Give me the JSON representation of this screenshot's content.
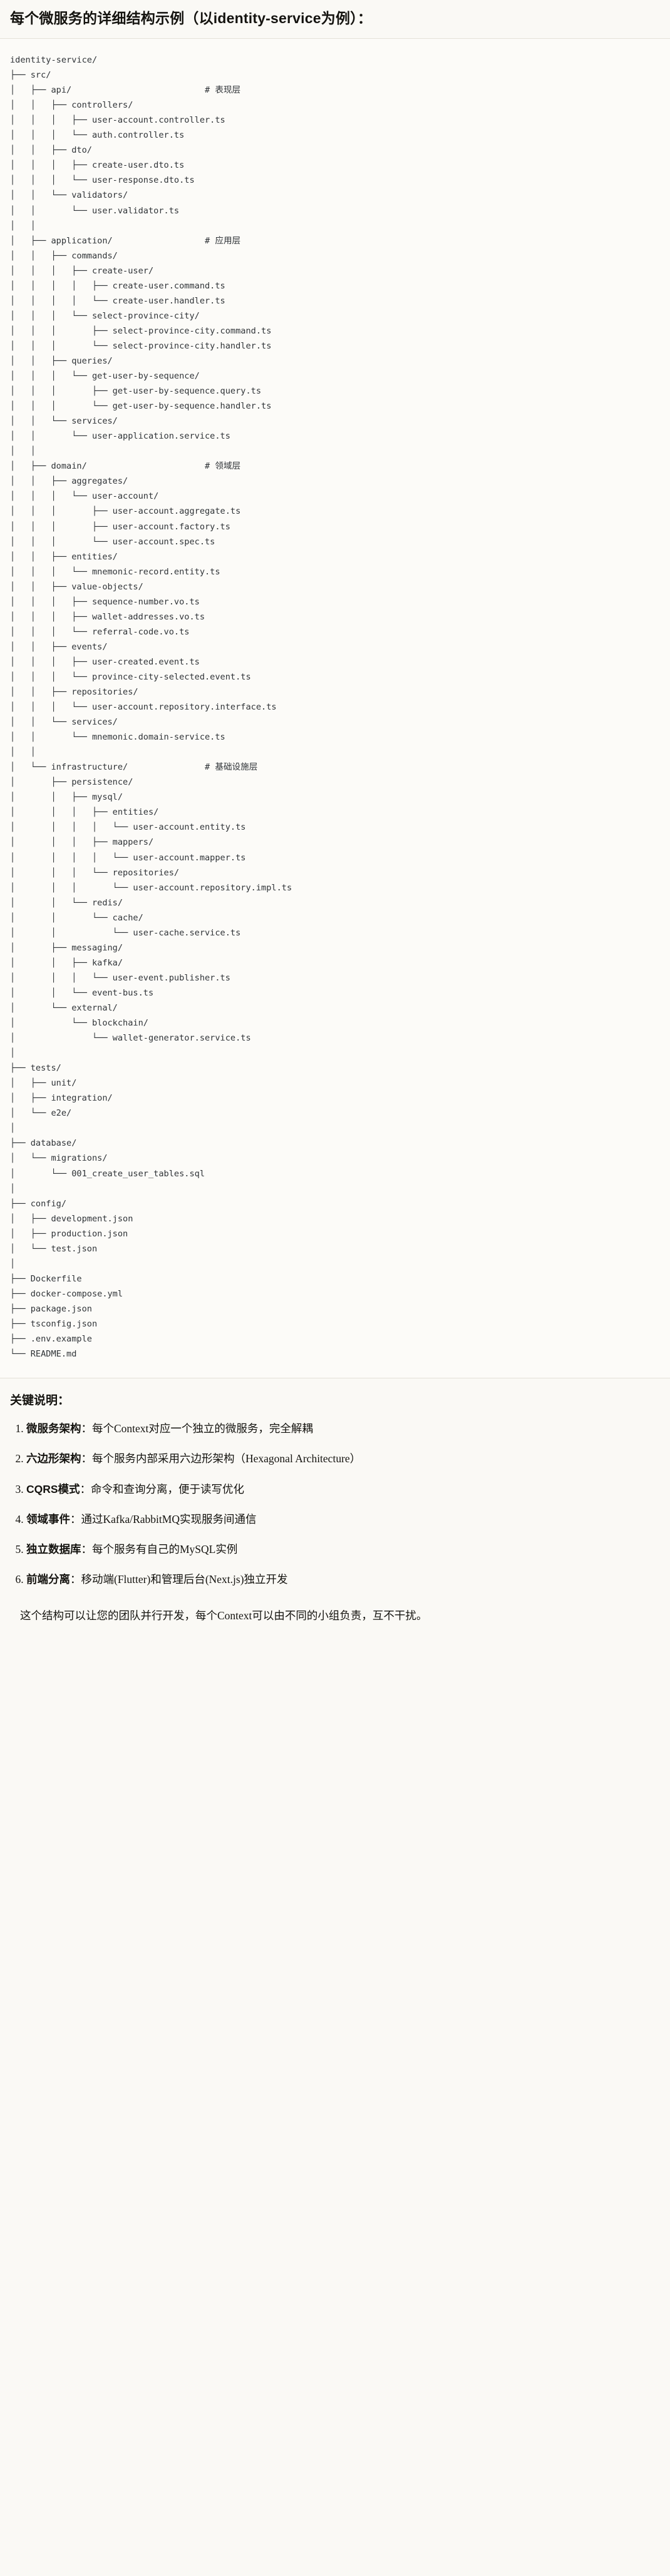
{
  "document": {
    "title": "每个微服务的详细结构示例（以identity-service为例）："
  },
  "tree": {
    "root": "identity-service/",
    "text": "identity-service/\n├── src/\n│   ├── api/                          # 表现层\n│   │   ├── controllers/\n│   │   │   ├── user-account.controller.ts\n│   │   │   └── auth.controller.ts\n│   │   ├── dto/\n│   │   │   ├── create-user.dto.ts\n│   │   │   └── user-response.dto.ts\n│   │   └── validators/\n│   │       └── user.validator.ts\n│   │\n│   ├── application/                  # 应用层\n│   │   ├── commands/\n│   │   │   ├── create-user/\n│   │   │   │   ├── create-user.command.ts\n│   │   │   │   └── create-user.handler.ts\n│   │   │   └── select-province-city/\n│   │   │       ├── select-province-city.command.ts\n│   │   │       └── select-province-city.handler.ts\n│   │   ├── queries/\n│   │   │   └── get-user-by-sequence/\n│   │   │       ├── get-user-by-sequence.query.ts\n│   │   │       └── get-user-by-sequence.handler.ts\n│   │   └── services/\n│   │       └── user-application.service.ts\n│   │\n│   ├── domain/                       # 领域层\n│   │   ├── aggregates/\n│   │   │   └── user-account/\n│   │   │       ├── user-account.aggregate.ts\n│   │   │       ├── user-account.factory.ts\n│   │   │       └── user-account.spec.ts\n│   │   ├── entities/\n│   │   │   └── mnemonic-record.entity.ts\n│   │   ├── value-objects/\n│   │   │   ├── sequence-number.vo.ts\n│   │   │   ├── wallet-addresses.vo.ts\n│   │   │   └── referral-code.vo.ts\n│   │   ├── events/\n│   │   │   ├── user-created.event.ts\n│   │   │   └── province-city-selected.event.ts\n│   │   ├── repositories/\n│   │   │   └── user-account.repository.interface.ts\n│   │   └── services/\n│   │       └── mnemonic.domain-service.ts\n│   │\n│   └── infrastructure/               # 基础设施层\n│       ├── persistence/\n│       │   ├── mysql/\n│       │   │   ├── entities/\n│       │   │   │   └── user-account.entity.ts\n│       │   │   ├── mappers/\n│       │   │   │   └── user-account.mapper.ts\n│       │   │   └── repositories/\n│       │   │       └── user-account.repository.impl.ts\n│       │   └── redis/\n│       │       └── cache/\n│       │           └── user-cache.service.ts\n│       ├── messaging/\n│       │   ├── kafka/\n│       │   │   └── user-event.publisher.ts\n│       │   └── event-bus.ts\n│       └── external/\n│           └── blockchain/\n│               └── wallet-generator.service.ts\n│\n├── tests/\n│   ├── unit/\n│   ├── integration/\n│   └── e2e/\n│\n├── database/\n│   └── migrations/\n│       └── 001_create_user_tables.sql\n│\n├── config/\n│   ├── development.json\n│   ├── production.json\n│   └── test.json\n│\n├── Dockerfile\n├── docker-compose.yml\n├── package.json\n├── tsconfig.json\n├── .env.example\n└── README.md",
    "layer_comments": [
      "# 表现层",
      "# 应用层",
      "# 领域层",
      "# 基础设施层"
    ]
  },
  "keypoints": {
    "heading": "关键说明：",
    "items": [
      {
        "term": "微服务架构",
        "desc": "：每个Context对应一个独立的微服务，完全解耦"
      },
      {
        "term": "六边形架构",
        "desc": "：每个服务内部采用六边形架构（Hexagonal Architecture）"
      },
      {
        "term": "CQRS模式",
        "desc": "：命令和查询分离，便于读写优化"
      },
      {
        "term": "领域事件",
        "desc": "：通过Kafka/RabbitMQ实现服务间通信"
      },
      {
        "term": "独立数据库",
        "desc": "：每个服务有自己的MySQL实例"
      },
      {
        "term": "前端分离",
        "desc": "：移动端(Flutter)和管理后台(Next.js)独立开发"
      }
    ],
    "footer": "这个结构可以让您的团队并行开发，每个Context可以由不同的小组负责，互不干扰。"
  },
  "colors": {
    "page_background": "#faf9f5",
    "code_background": "#fcfbf8",
    "text": "#14130f",
    "code_text": "#2f3337",
    "rule": "#e4e1d8"
  }
}
